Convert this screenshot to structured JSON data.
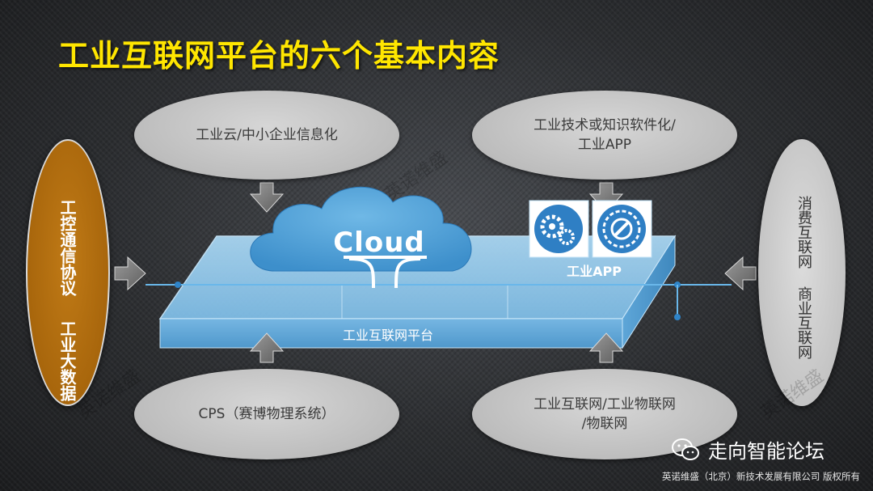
{
  "title": "工业互联网平台的六个基本内容",
  "nodes": {
    "industrial_cloud": "工业云/中小企业信息化",
    "software_line1": "工业技术或知识软件化/",
    "software_line2": "工业APP",
    "control_protocol": "工控通信协议",
    "big_data": "工业大数据",
    "consumer_internet_1": "消费互联网",
    "consumer_internet_2": "商业互联网",
    "cps": "CPS（赛博物理系统）",
    "iot_line1": "工业互联网/工业物联网",
    "iot_line2": "/物联网"
  },
  "platform": {
    "cloud_label": "Cloud",
    "platform_label": "工业互联网平台",
    "app_label": "工业APP"
  },
  "watermark": "英诺维盛",
  "brand": "走向智能论坛",
  "footer": "英诺维盛（北京）新技术发展有限公司   版权所有",
  "colors": {
    "title": "#ffe600",
    "platform_blue": "#8ec8ec",
    "cloud_blue": "#4a9fd6",
    "left_ellipse": "#a8660c"
  }
}
